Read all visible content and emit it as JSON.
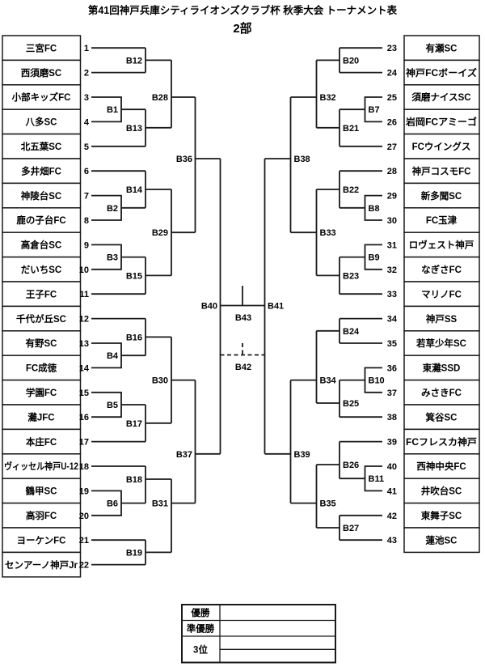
{
  "header": {
    "title": "第41回神戸兵庫シティライオンズクラブ杯 秋季大会  トーナメント表",
    "division": "2部"
  },
  "left_teams": [
    {
      "seed": 1,
      "name": "三宮FC"
    },
    {
      "seed": 2,
      "name": "西須磨SC"
    },
    {
      "seed": 3,
      "name": "小部キッズFC"
    },
    {
      "seed": 4,
      "name": "八多SC"
    },
    {
      "seed": 5,
      "name": "北五葉SC"
    },
    {
      "seed": 6,
      "name": "多井畑FC"
    },
    {
      "seed": 7,
      "name": "神陵台SC"
    },
    {
      "seed": 8,
      "name": "鹿の子台FC"
    },
    {
      "seed": 9,
      "name": "高倉台SC"
    },
    {
      "seed": 10,
      "name": "だいちSC"
    },
    {
      "seed": 11,
      "name": "王子FC"
    },
    {
      "seed": 12,
      "name": "千代が丘SC"
    },
    {
      "seed": 13,
      "name": "有野SC"
    },
    {
      "seed": 14,
      "name": "FC成徳"
    },
    {
      "seed": 15,
      "name": "学園FC"
    },
    {
      "seed": 16,
      "name": "灘JFC"
    },
    {
      "seed": 17,
      "name": "本庄FC"
    },
    {
      "seed": 18,
      "name": "ヴィッセル神戸U-12"
    },
    {
      "seed": 19,
      "name": "鶴甲SC"
    },
    {
      "seed": 20,
      "name": "高羽FC"
    },
    {
      "seed": 21,
      "name": "ヨーケンFC"
    },
    {
      "seed": 22,
      "name": "センアーノ神戸Jr"
    }
  ],
  "right_teams": [
    {
      "seed": 23,
      "name": "有瀬SC"
    },
    {
      "seed": 24,
      "name": "神戸FCボーイズ"
    },
    {
      "seed": 25,
      "name": "須磨ナイスSC"
    },
    {
      "seed": 26,
      "name": "岩岡FCアミーゴ"
    },
    {
      "seed": 27,
      "name": "FCウイングス"
    },
    {
      "seed": 28,
      "name": "神戸コスモFC"
    },
    {
      "seed": 29,
      "name": "新多聞SC"
    },
    {
      "seed": 30,
      "name": "FC玉津"
    },
    {
      "seed": 31,
      "name": "ロヴェスト神戸"
    },
    {
      "seed": 32,
      "name": "なぎさFC"
    },
    {
      "seed": 33,
      "name": "マリノFC"
    },
    {
      "seed": 34,
      "name": "神戸SS"
    },
    {
      "seed": 35,
      "name": "若草少年SC"
    },
    {
      "seed": 36,
      "name": "東灘SSD"
    },
    {
      "seed": 37,
      "name": "みさきFC"
    },
    {
      "seed": 38,
      "name": "箕谷SC"
    },
    {
      "seed": 39,
      "name": "FCフレスカ神戸"
    },
    {
      "seed": 40,
      "name": "西神中央FC"
    },
    {
      "seed": 41,
      "name": "井吹台SC"
    },
    {
      "seed": 42,
      "name": "東舞子SC"
    },
    {
      "seed": 43,
      "name": "蓮池SC"
    }
  ],
  "matches": {
    "b1": "B1",
    "b2": "B2",
    "b3": "B3",
    "b4": "B4",
    "b5": "B5",
    "b6": "B6",
    "b7": "B7",
    "b8": "B8",
    "b9": "B9",
    "b10": "B10",
    "b11": "B11",
    "b12": "B12",
    "b13": "B13",
    "b14": "B14",
    "b15": "B15",
    "b16": "B16",
    "b17": "B17",
    "b18": "B18",
    "b19": "B19",
    "b20": "B20",
    "b21": "B21",
    "b22": "B22",
    "b23": "B23",
    "b24": "B24",
    "b25": "B25",
    "b26": "B26",
    "b27": "B27",
    "b28": "B28",
    "b29": "B29",
    "b30": "B30",
    "b31": "B31",
    "b32": "B32",
    "b33": "B33",
    "b34": "B34",
    "b35": "B35",
    "b36": "B36",
    "b37": "B37",
    "b38": "B38",
    "b39": "B39",
    "b40": "B40",
    "b41": "B41",
    "b42": "B42",
    "b43": "B43"
  },
  "results": {
    "rows": [
      {
        "label": "優勝"
      },
      {
        "label": "準優勝"
      },
      {
        "label": "3位"
      }
    ]
  }
}
